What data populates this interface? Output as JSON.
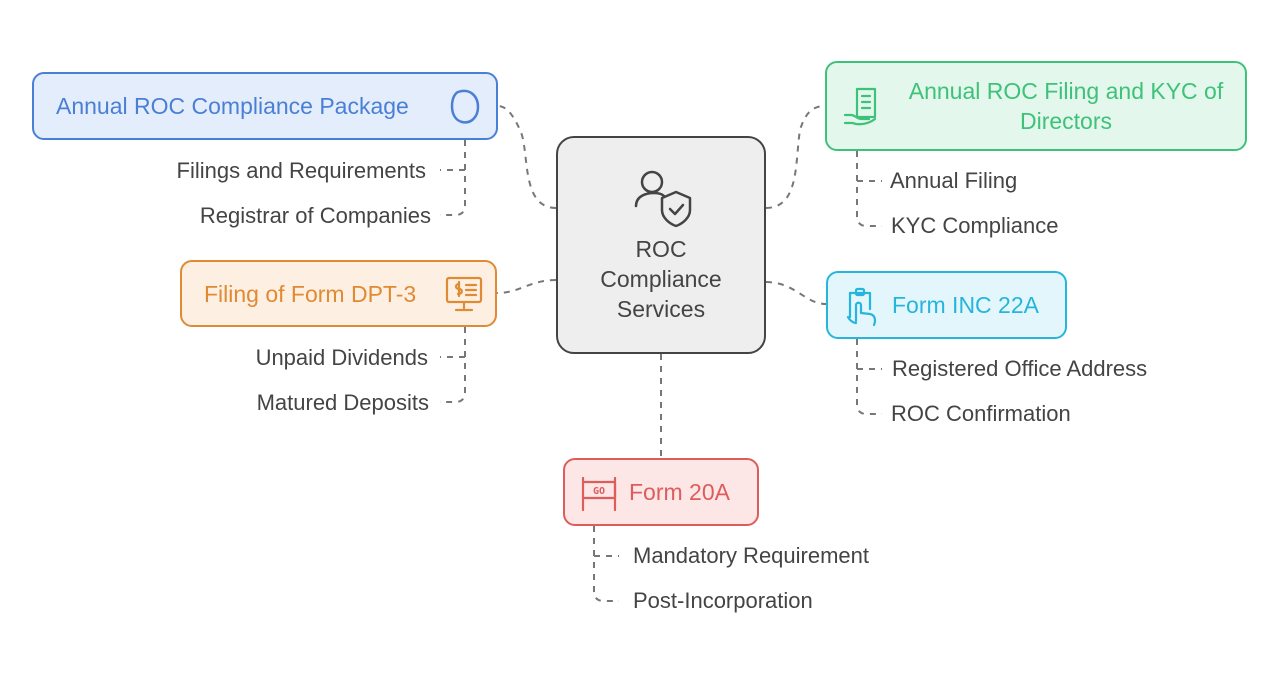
{
  "center": {
    "label_line1": "ROC",
    "label_line2": "Compliance",
    "label_line3": "Services",
    "icon": "user-shield-icon"
  },
  "nodes": {
    "annual_package": {
      "label": "Annual ROC Compliance Package",
      "icon": "oval-icon",
      "color": "#4a7fd6",
      "items": [
        "Filings and Requirements",
        "Registrar of Companies"
      ]
    },
    "annual_filing_kyc": {
      "label_line1": "Annual ROC Filing and KYC of",
      "label_line2": "Directors",
      "icon": "document-hand-icon",
      "color": "#3ec27a",
      "items": [
        "Annual Filing",
        "KYC Compliance"
      ]
    },
    "dpt3": {
      "label": "Filing of Form DPT-3",
      "icon": "monitor-dollar-icon",
      "color": "#e08a34",
      "items": [
        "Unpaid Dividends",
        "Matured Deposits"
      ]
    },
    "inc22a": {
      "label": "Form INC 22A",
      "icon": "clipboard-hand-icon",
      "color": "#26b5dc",
      "items": [
        "Registered Office Address",
        "ROC Confirmation"
      ]
    },
    "form20a": {
      "label": "Form 20A",
      "icon": "go-sign-icon",
      "icon_text": "GO",
      "color": "#dd5c5c",
      "items": [
        "Mandatory Requirement",
        "Post-Incorporation"
      ]
    }
  }
}
